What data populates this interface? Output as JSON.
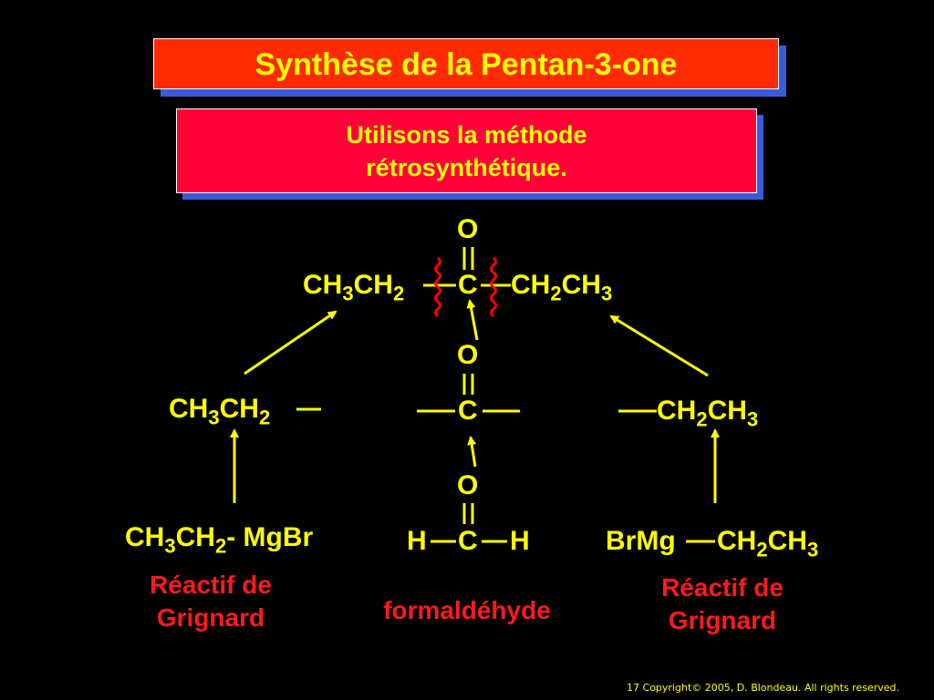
{
  "title": "Synthèse de la Pentan-3-one",
  "subtitle": [
    "Utilisons la méthode",
    "rétrosynthétique."
  ],
  "target": {
    "oxygen": "O",
    "left_group": {
      "a": "CH",
      "a_sub": "3",
      "b": "CH",
      "b_sub": "2"
    },
    "carbon": "C",
    "right_group": {
      "a": "CH",
      "a_sub": "2",
      "b": "CH",
      "b_sub": "3"
    }
  },
  "synthons": {
    "left": {
      "a": "CH",
      "a_sub": "3",
      "b": "CH",
      "b_sub": "2"
    },
    "center_oxygen": "O",
    "center_carbon": "C",
    "right": {
      "a": "CH",
      "a_sub": "2",
      "b": "CH",
      "b_sub": "3"
    }
  },
  "reagents": {
    "left": {
      "a": "CH",
      "a_sub": "3",
      "b": "CH",
      "b_sub": "2",
      "dash": "-",
      "c": "MgBr",
      "label": [
        "Réactif de",
        "Grignard"
      ]
    },
    "center": {
      "oxygen": "O",
      "h_left": "H",
      "carbon": "C",
      "h_right": "H",
      "label": "formaldéhyde"
    },
    "right": {
      "c": "BrMg",
      "a": "CH",
      "a_sub": "2",
      "b": "CH",
      "b_sub": "3",
      "label": [
        "Réactif de",
        "Grignard"
      ]
    }
  },
  "copyright": "17 Copyright© 2005, D. Blondeau. All rights reserved.",
  "colors": {
    "text": "#ffff00",
    "label": "#ff1a1a",
    "title_bg": "#ff2a00",
    "subtitle_bg": "#ff0039",
    "shadow": "#3a5bd9",
    "wavy": "#ff0000"
  }
}
